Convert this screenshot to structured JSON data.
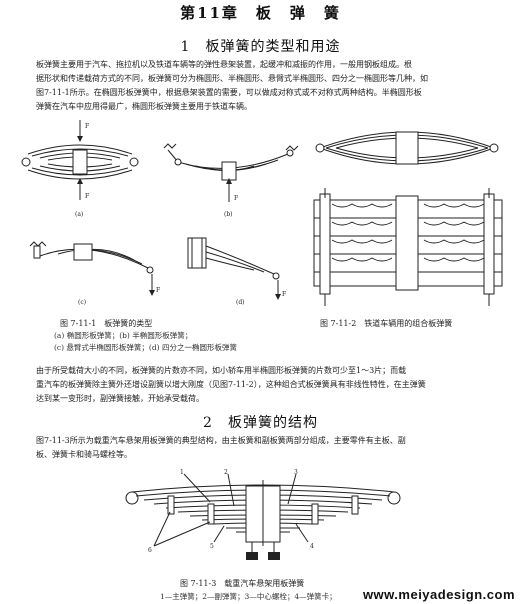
{
  "chapter_title": "第11章　板　弹　簧",
  "section1": {
    "title": "1　板弹簧的类型和用途",
    "paragraphs": [
      "板弹簧主要用于汽车、拖拉机以及铁道车辆等的弹性悬架装置，起缓冲和减振的作用，一般用钢板组成。根",
      "据形状和传递载荷方式的不同，板弹簧可分为椭圆形、半椭圆形、悬臂式半椭圆形、四分之一椭圆形等几种，如",
      "图7-11-1所示。在椭圆形板弹簧中，根据悬架装置的需要，可以做成对称式或不对称式两种结构。半椭圆形板",
      "弹簧在汽车中应用得最广，椭圆形板弹簧主要用于铁道车辆。"
    ]
  },
  "figure1": {
    "labels": {
      "a": "(a)",
      "b": "(b)",
      "c": "(c)",
      "d": "(d)",
      "F": "F"
    },
    "caption": "图 7-11-1　板弹簧的类型",
    "sub1": "(a) 椭圆形板弹簧；(b) 半椭圆形板弹簧；",
    "sub2": "(c) 悬臂式半椭圆形板弹簧；(d) 四分之一椭圆形板弹簧"
  },
  "figure2": {
    "caption": "图 7-11-2　铁道车辆用的组合板弹簧"
  },
  "para2": [
    "由于所受载荷大小的不同，板弹簧的片数亦不同，如小轿车用半椭圆形板弹簧的片数可少至1～3片；而载",
    "重汽车的板弹簧除主簧外还增设副簧以增大刚度（见图7-11-2），这种组合式板弹簧具有非线性特性，在主弹簧",
    "达到某一变形时，副弹簧接触，开始承受载荷。"
  ],
  "section2": {
    "title": "2　板弹簧的结构",
    "paragraphs": [
      "图7-11-3所示为载重汽车悬架用板弹簧的典型结构，由主板簧和副板簧两部分组成，主要零件有主板、副",
      "板、弹簧卡和骑马螺栓等。"
    ]
  },
  "figure3": {
    "numbers": [
      "1",
      "2",
      "3",
      "4",
      "5",
      "6"
    ],
    "caption": "图 7-11-3　载重汽车悬架用板弹簧",
    "legend": "1—主弹簧；2—副弹簧；3—中心螺栓；4—弹簧卡；"
  },
  "watermark": "www.meiyadesign.com"
}
